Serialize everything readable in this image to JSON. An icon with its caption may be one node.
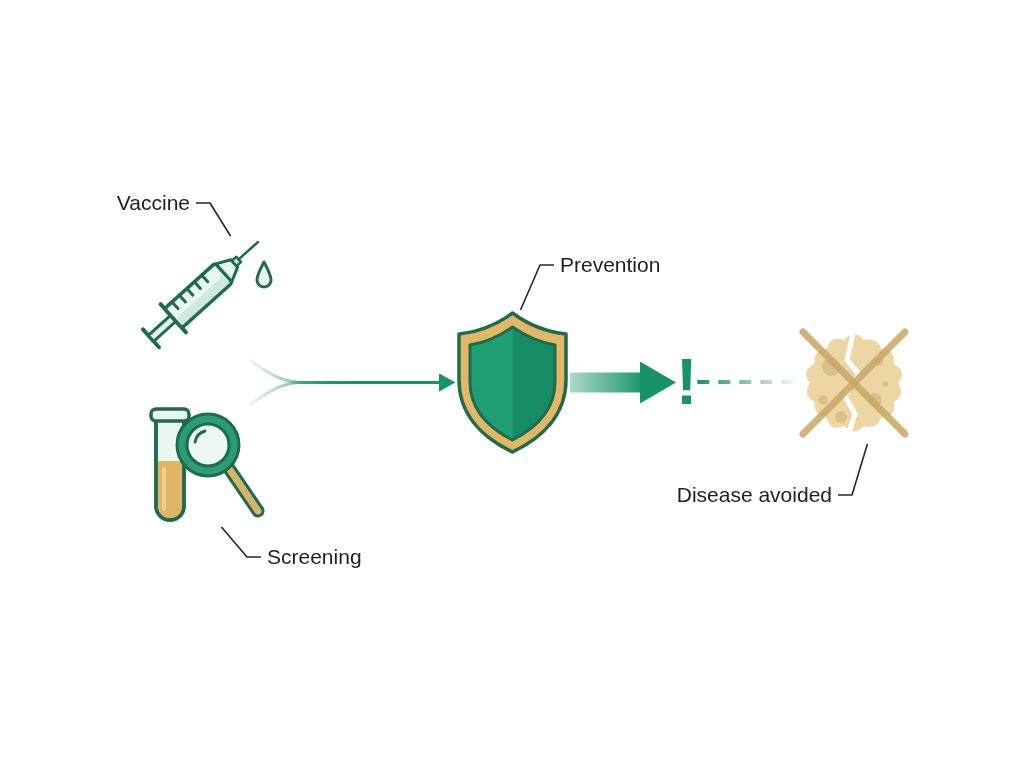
{
  "diagram": {
    "nodes": [
      {
        "text": [
          "Vaccine"
        ]
      },
      {
        "text": [],
        "shape": "picture"
      },
      {
        "text": [],
        "shape": "picture"
      },
      {
        "text": [
          "Screening"
        ]
      },
      {
        "text": [
          "Prevention"
        ]
      },
      {
        "text": [],
        "shape": "picture"
      },
      {
        "text": [
          "!"
        ]
      },
      {
        "text": [],
        "shape": "picture"
      },
      {
        "text": [
          "Disease avoided"
        ]
      }
    ],
    "edges": [
      {
        "from": 0,
        "to": 1,
        "arrow": "none"
      },
      {
        "from": 3,
        "to": 2,
        "arrow": "none"
      },
      {
        "from": 4,
        "to": 5,
        "arrow": "none"
      },
      {
        "from": 8,
        "to": 7,
        "arrow": "none"
      },
      {
        "from": 1,
        "to": 5,
        "arrow": "to",
        "color": "#17936b"
      },
      {
        "from": 2,
        "to": 5,
        "arrow": "to",
        "color": "#17936b"
      },
      {
        "from": 5,
        "to": 6,
        "arrow": "to",
        "style": "thick",
        "color": "#17936b"
      },
      {
        "from": 6,
        "to": 7,
        "arrow": "none",
        "style": "dashed",
        "color": "#17936b"
      }
    ]
  }
}
